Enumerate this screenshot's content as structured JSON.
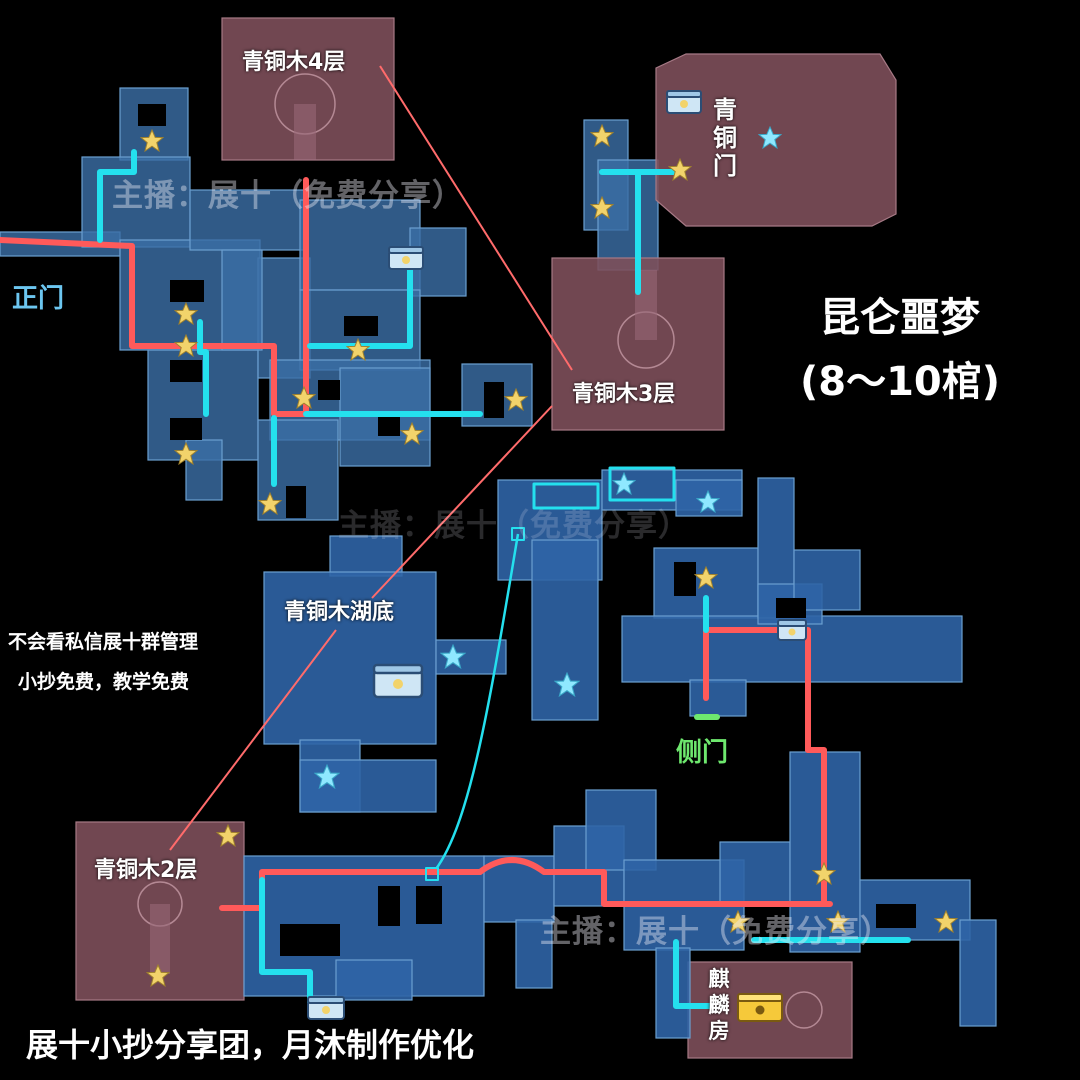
{
  "map": {
    "title_line1": "昆仑噩梦",
    "title_line2": "(8～10棺)",
    "gates": {
      "main_gate": "正门",
      "side_gate": "侧门"
    },
    "rooms": {
      "bronze_tree_f4": "青铜木4层",
      "bronze_tree_f3": "青铜木3层",
      "bronze_tree_f2": "青铜木2层",
      "bronze_tree_lakebed": "青铜木湖底",
      "bronze_gate": "青铜门",
      "qilin_room": "麒麟房"
    },
    "notes": {
      "line1": "不会看私信展十群管理",
      "line2": "小抄免费，教学免费"
    },
    "watermark": "主播：展十（免费分享）",
    "footer": "展十小抄分享团，月沐制作优化",
    "colors": {
      "background": "#000000",
      "room_blue": "#3b6ea5",
      "room_pink": "#7d4f5a",
      "route_red": "#ff5a5a",
      "route_cyan": "#24e0ee",
      "gate_blue_label": "#6cc6f0",
      "gate_green_label": "#6ee86e",
      "star_gold": "#f2d36b",
      "star_cyan": "#8fe8ff"
    },
    "icons": [
      "gold-star-icon",
      "cyan-star-icon",
      "treasure-chest-icon",
      "golden-chest-icon",
      "spiral-stair-icon"
    ]
  }
}
